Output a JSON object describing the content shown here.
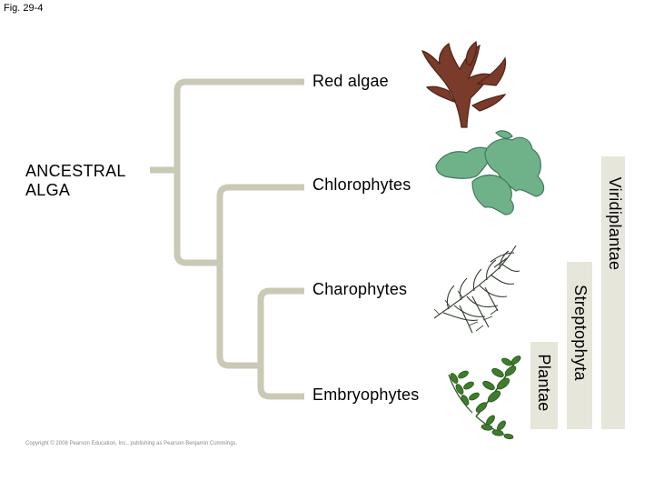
{
  "figure_label": "Fig. 29-4",
  "root_label": "ANCESTRAL ALGA",
  "taxa": {
    "red_algae": "Red algae",
    "chlorophytes": "Chlorophytes",
    "charophytes": "Charophytes",
    "embryophytes": "Embryophytes"
  },
  "clades": {
    "viridiplantae": "Viridiplantae",
    "streptophyta": "Streptophyta",
    "plantae": "Plantae"
  },
  "copyright": "Copyright © 2008 Pearson Education, Inc., publishing as Pearson Benjamin Cummings.",
  "colors": {
    "branch": "#c9c9b6",
    "clade_bar": "#e6e6da",
    "red_algae": "#7a3b2a",
    "chlorophyte": "#6fb28a",
    "charophyte": "#2f3a2c",
    "embryophyte": "#3f7d2c"
  }
}
